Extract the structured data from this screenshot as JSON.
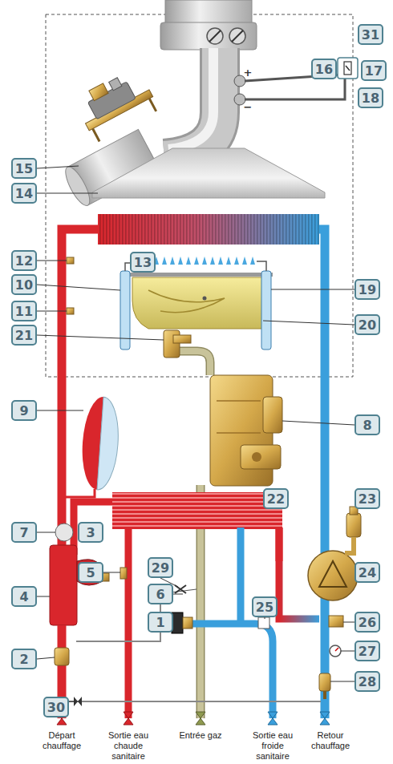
{
  "diagram": {
    "nodes": [
      {
        "text": [
          "31"
        ]
      },
      {
        "text": [
          "16"
        ]
      },
      {
        "text": [
          "17"
        ]
      },
      {
        "text": [
          "18"
        ]
      },
      {
        "text": [
          "15"
        ]
      },
      {
        "text": [
          "14"
        ]
      },
      {
        "text": [
          "12"
        ]
      },
      {
        "text": [
          "13"
        ]
      },
      {
        "text": [
          "10"
        ]
      },
      {
        "text": [
          "19"
        ]
      },
      {
        "text": [
          "11"
        ]
      },
      {
        "text": [
          "20"
        ]
      },
      {
        "text": [
          "21"
        ]
      },
      {
        "text": [
          "9"
        ]
      },
      {
        "text": [
          "8"
        ]
      },
      {
        "text": [
          "22"
        ]
      },
      {
        "text": [
          "23"
        ]
      },
      {
        "text": [
          "7"
        ]
      },
      {
        "text": [
          "3"
        ]
      },
      {
        "text": [
          "29"
        ]
      },
      {
        "text": [
          "5"
        ]
      },
      {
        "text": [
          "24"
        ]
      },
      {
        "text": [
          "4"
        ]
      },
      {
        "text": [
          "6"
        ]
      },
      {
        "text": [
          "25"
        ]
      },
      {
        "text": [
          "1"
        ]
      },
      {
        "text": [
          "26"
        ]
      },
      {
        "text": [
          "27"
        ]
      },
      {
        "text": [
          "2"
        ]
      },
      {
        "text": [
          "28"
        ]
      },
      {
        "text": [
          "30"
        ]
      }
    ],
    "labels": [
      "+",
      "−",
      "Départ chauffage",
      "Sortie eau chaude sanitaire",
      "Entrée gaz",
      "Sortie eau froide sanitaire",
      "Retour chauffage"
    ]
  }
}
